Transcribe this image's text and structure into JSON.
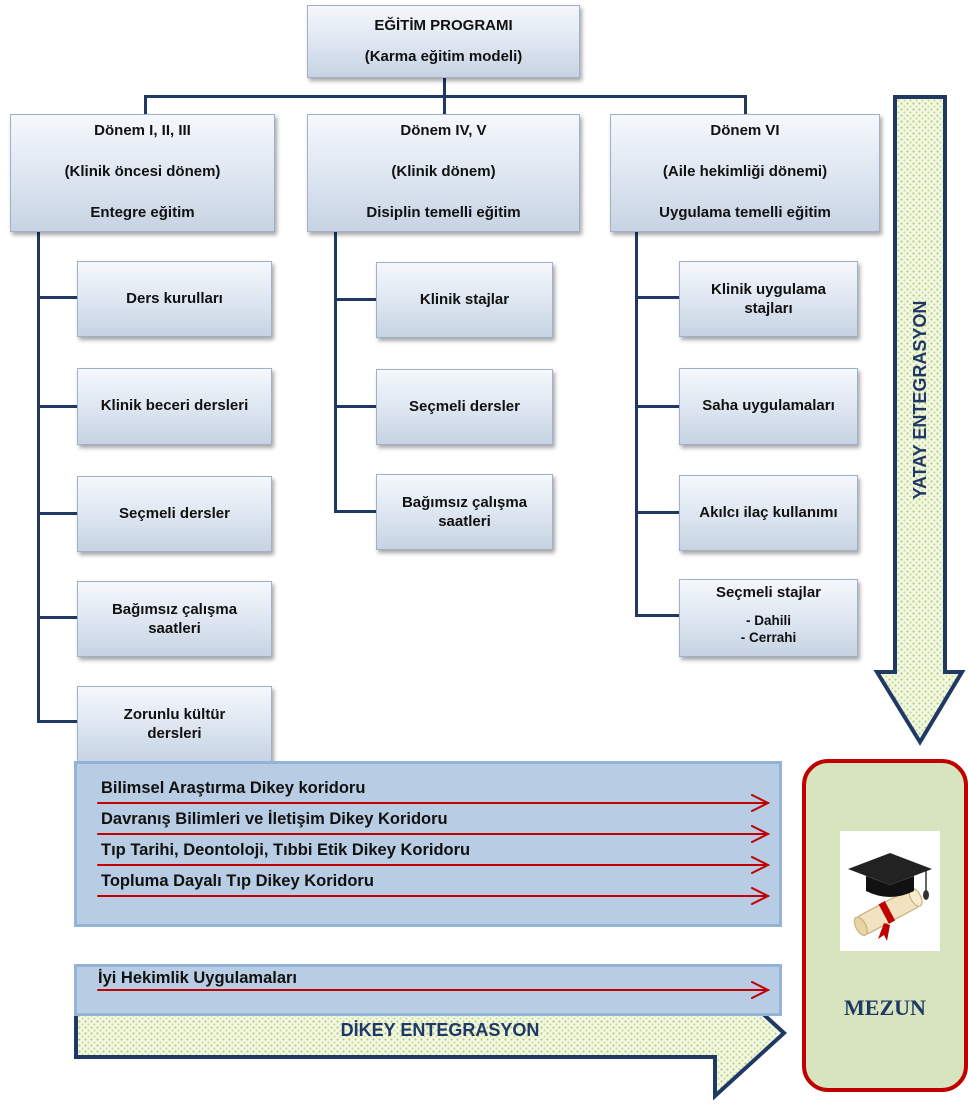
{
  "top": {
    "line1": "EĞİTİM PROGRAMI",
    "line2": "(Karma eğitim modeli)"
  },
  "phases": [
    {
      "line1": "Dönem I, II, III",
      "line2": "(Klinik öncesi dönem)",
      "line3": "Entegre eğitim",
      "items": [
        {
          "label": "Ders kurulları"
        },
        {
          "label": "Klinik beceri dersleri"
        },
        {
          "label": "Seçmeli dersler"
        },
        {
          "label": "Bağımsız çalışma saatleri"
        },
        {
          "label": "Zorunlu kültür dersleri"
        }
      ]
    },
    {
      "line1": "Dönem IV, V",
      "line2": "(Klinik dönem)",
      "line3": "Disiplin temelli eğitim",
      "items": [
        {
          "label": "Klinik stajlar"
        },
        {
          "label": "Seçmeli dersler"
        },
        {
          "label": "Bağımsız çalışma saatleri"
        }
      ]
    },
    {
      "line1": "Dönem VI",
      "line2": "(Aile hekimliği dönemi)",
      "line3": "Uygulama temelli eğitim",
      "items": [
        {
          "label": "Klinik uygulama stajları"
        },
        {
          "label": "Saha uygulamaları"
        },
        {
          "label": "Akılcı ilaç kullanımı"
        },
        {
          "label": "Seçmeli stajlar",
          "sub": [
            "- Dahili",
            "- Cerrahi"
          ]
        }
      ]
    }
  ],
  "corridors": [
    "Bilimsel Araştırma Dikey koridoru",
    "Davranış Bilimleri ve İletişim Dikey Koridoru",
    "Tıp Tarihi, Deontoloji, Tıbbi Etik Dikey Koridoru",
    "Topluma Dayalı Tıp Dikey Koridoru"
  ],
  "good_practice": "İyi Hekimlik Uygulamaları",
  "horizontal_label": "YATAY ENTEGRASYON",
  "vertical_label": "DİKEY ENTEGRASYON",
  "graduate_label": "MEZUN",
  "graduate_icon": "graduation-cap-diploma-icon",
  "colors": {
    "connector": "#1f3864",
    "corridor_fill": "#b8cce4",
    "corridor_arrow": "#c00000",
    "mezun_fill": "#d7e4bd",
    "mezun_border": "#c00000",
    "integration_arrow_fill": "#e6f0cc",
    "integration_arrow_border": "#1f3864"
  }
}
